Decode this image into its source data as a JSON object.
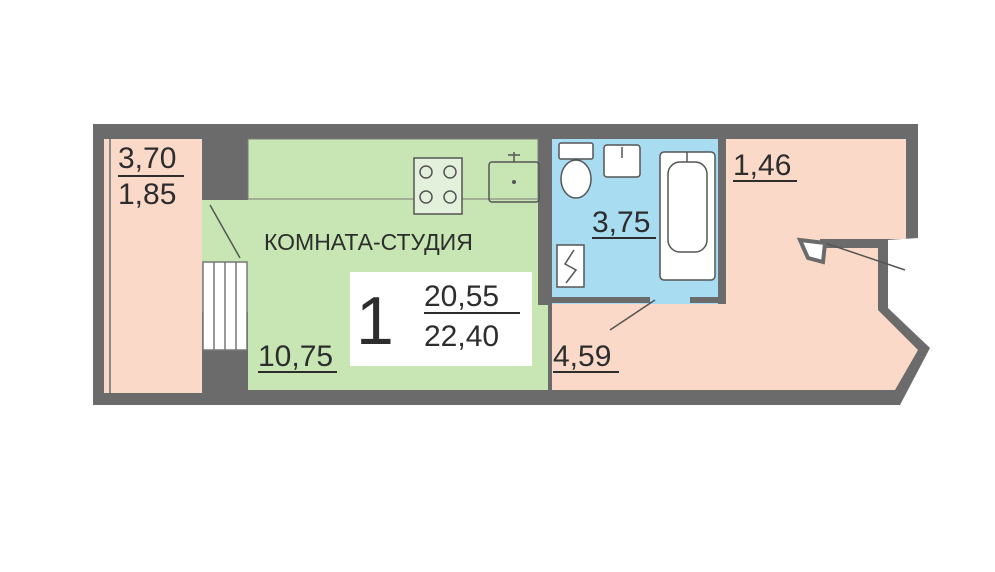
{
  "plan": {
    "room_title": "КОМНАТА-СТУДИЯ",
    "rooms_count": "1",
    "living_area": "20,55",
    "total_area": "22,40",
    "balcony_area_full": "3,70",
    "balcony_area_reduced": "1,85",
    "kitchen_area": "10,75",
    "bathroom_area": "3,75",
    "hallway_area": "4,59",
    "corridor_area": "1,46"
  },
  "colors": {
    "wall": "#6b6b6b",
    "living": "#c8e6b4",
    "bathroom": "#a8dcf0",
    "hall": "#fbd9c8",
    "stove": "#e3f0dc"
  }
}
